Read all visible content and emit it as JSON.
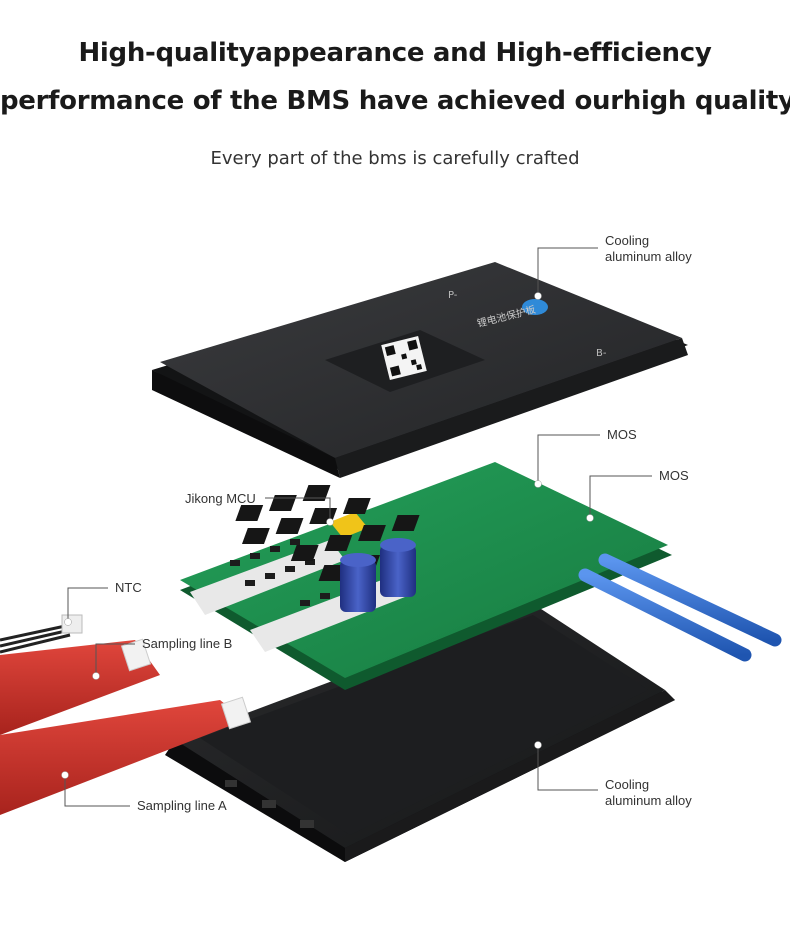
{
  "header": {
    "title_line1": "High-qualityappearance and High-efficiency",
    "title_line2": "performance of the BMS have achieved ourhigh quality",
    "subtitle": "Every part of the bms is carefully crafted"
  },
  "callouts": {
    "cooling_top_line1": "Cooling",
    "cooling_top_line2": "aluminum alloy",
    "mos_1": "MOS",
    "mos_2": "MOS",
    "mcu": "Jikong MCU",
    "ntc": "NTC",
    "sampling_b": "Sampling line B",
    "sampling_a": "Sampling line A",
    "cooling_bottom_line1": "Cooling",
    "cooling_bottom_line2": "aluminum alloy"
  },
  "product_print": {
    "port_p": "P-",
    "port_b": "B-",
    "cover_label": "锂电池保护板"
  },
  "colors": {
    "cover": "#2b2c2e",
    "pcb": "#1e8f4e",
    "ribbon": "#c8302a",
    "blue_wire": "#2f6fd1",
    "capacitor": "#2a3e9c"
  }
}
